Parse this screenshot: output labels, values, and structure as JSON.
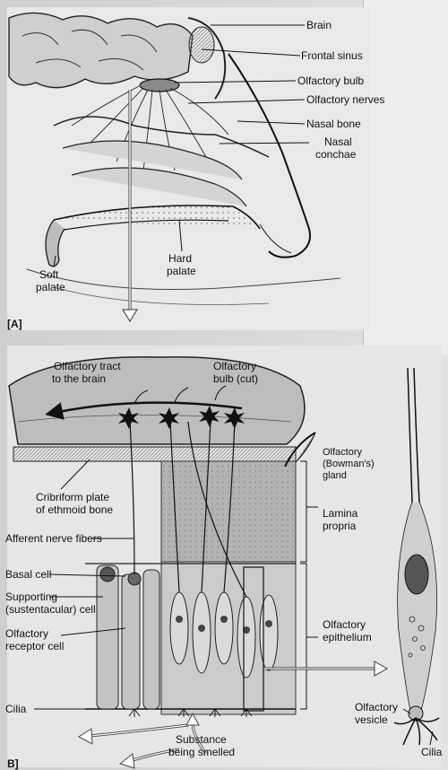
{
  "panel_a": {
    "tag": "[A]",
    "labels": {
      "brain": "Brain",
      "frontal_sinus": "Frontal sinus",
      "olfactory_bulb": "Olfactory bulb",
      "olfactory_nerves": "Olfactory nerves",
      "nasal_bone": "Nasal bone",
      "nasal_conchae_1": "Nasal",
      "nasal_conchae_2": "conchae",
      "hard_palate_1": "Hard",
      "hard_palate_2": "palate",
      "soft_palate_1": "Soft",
      "soft_palate_2": "palate"
    }
  },
  "panel_b": {
    "tag": "B]",
    "labels": {
      "olfactory_tract_1": "Olfactory tract",
      "olfactory_tract_2": "to the brain",
      "olfactory_bulb_cut_1": "Olfactory",
      "olfactory_bulb_cut_2": "bulb (cut)",
      "bowman_1": "Olfactory",
      "bowman_2": "(Bowman's)",
      "bowman_3": "gland",
      "cribriform_1": "Cribriform plate",
      "cribriform_2": "of ethmoid bone",
      "lamina_1": "Lamina",
      "lamina_2": "propria",
      "afferent": "Afferent nerve fibers",
      "basal": "Basal cell",
      "supporting_1": "Supporting",
      "supporting_2": "(sustentacular) cell",
      "epithelium_1": "Olfactory",
      "epithelium_2": "epithelium",
      "receptor_1": "Olfactory",
      "receptor_2": "receptor cell",
      "cilia_left": "Cilia",
      "vesicle_1": "Olfactory",
      "vesicle_2": "vesicle",
      "cilia_right": "Cilia",
      "substance_1": "Substance",
      "substance_2": "being smelled"
    }
  }
}
